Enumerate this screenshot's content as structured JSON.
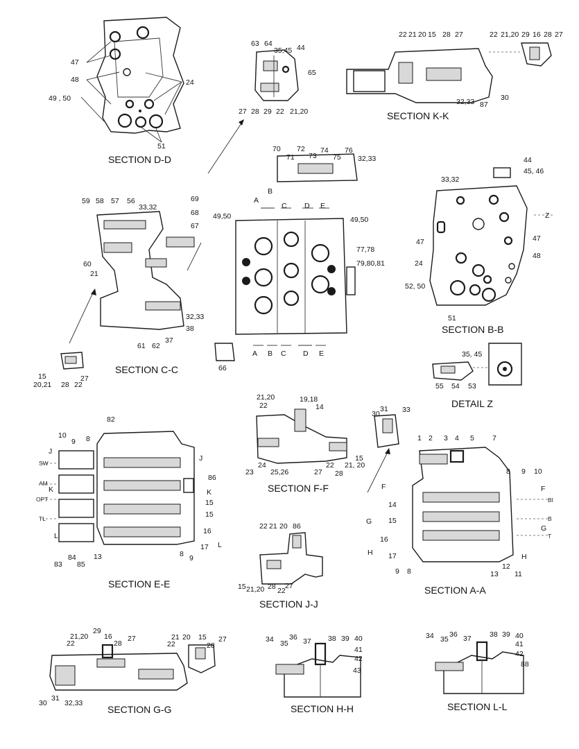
{
  "sections": {
    "dd": {
      "title": "SECTION D-D",
      "callouts": [
        "47",
        "48",
        "49 , 50",
        "24",
        "51"
      ]
    },
    "kk": {
      "title": "SECTION K-K",
      "callouts": [
        "22",
        "21",
        "20",
        "15",
        "28",
        "27",
        "30",
        "32,33",
        "87"
      ],
      "callouts_right": [
        "22",
        "21,20",
        "29",
        "16",
        "28",
        "27"
      ]
    },
    "cc_top": {
      "callouts": [
        "63",
        "64",
        "35,45",
        "44",
        "65",
        "27",
        "28",
        "29",
        "22",
        "21,20"
      ]
    },
    "main": {
      "callouts_top": [
        "70",
        "71",
        "72",
        "73",
        "74",
        "75",
        "76",
        "32,33"
      ],
      "callouts_side": [
        "49,50",
        "49,50",
        "77,78",
        "79,80,81",
        "66"
      ],
      "cut_labels_top": [
        "A",
        "B",
        "C",
        "D",
        "E"
      ],
      "cut_labels_bottom": [
        "A",
        "B",
        "C",
        "D",
        "E"
      ]
    },
    "cc": {
      "title": "SECTION C-C",
      "callouts": [
        "59",
        "58",
        "57",
        "56",
        "33,32",
        "69",
        "68",
        "67",
        "60",
        "21",
        "32,33",
        "38",
        "61",
        "62",
        "37",
        "15",
        "20,21",
        "28",
        "22",
        "27"
      ]
    },
    "bb": {
      "title": "SECTION B-B",
      "callouts": [
        "44",
        "45, 46",
        "33,32",
        "Z",
        "47",
        "47",
        "48",
        "24",
        "52, 50",
        "51"
      ]
    },
    "z": {
      "title": "DETAIL Z",
      "callouts": [
        "35, 45",
        "55",
        "54",
        "53"
      ]
    },
    "ee": {
      "title": "SECTION E-E",
      "callouts": [
        "82",
        "10",
        "9",
        "8",
        "86",
        "15",
        "15",
        "16",
        "17",
        "9",
        "8",
        "13",
        "84",
        "85",
        "83"
      ],
      "port_labels": [
        "SW",
        "AM",
        "OPT",
        "TL"
      ],
      "cut_marks": [
        "J",
        "J",
        "K",
        "K",
        "L",
        "L"
      ]
    },
    "ff": {
      "title": "SECTION F-F",
      "callouts": [
        "21,20",
        "19,18",
        "22",
        "14",
        "24",
        "25,26",
        "23",
        "27",
        "22",
        "28",
        "15",
        "21, 20"
      ]
    },
    "jj": {
      "title": "SECTION J-J",
      "callouts": [
        "22",
        "21",
        "20",
        "86",
        "15",
        "21,20",
        "28",
        "22",
        "27"
      ]
    },
    "aa": {
      "title": "SECTION A-A",
      "callouts": [
        "30",
        "31",
        "33",
        "1",
        "2",
        "3",
        "4",
        "5",
        "7",
        "8",
        "9",
        "10",
        "14",
        "15",
        "16",
        "17",
        "9",
        "8",
        "13",
        "12",
        "11"
      ],
      "port_labels": [
        "BI",
        "B",
        "T"
      ],
      "cut_marks": [
        "F",
        "F",
        "G",
        "G",
        "H",
        "H"
      ]
    },
    "gg": {
      "title": "SECTION G-G",
      "callouts": [
        "29",
        "21,20",
        "16",
        "27",
        "22",
        "28",
        "30",
        "31",
        "32,33"
      ],
      "callouts_right": [
        "21",
        "20",
        "15",
        "27",
        "22",
        "28"
      ]
    },
    "hh": {
      "title": "SECTION H-H",
      "callouts": [
        "34",
        "36",
        "37",
        "38",
        "39",
        "40",
        "35",
        "41",
        "42",
        "43"
      ]
    },
    "ll": {
      "title": "SECTION L-L",
      "callouts": [
        "34",
        "36",
        "37",
        "38",
        "39",
        "40",
        "35",
        "41",
        "42",
        "88"
      ]
    }
  }
}
